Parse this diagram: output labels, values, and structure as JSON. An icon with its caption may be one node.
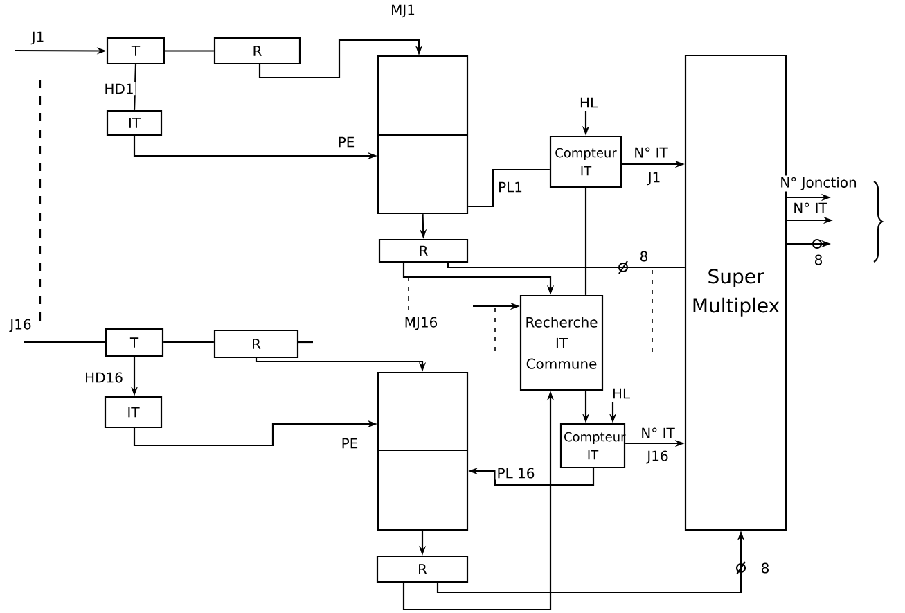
{
  "diagram": {
    "nodes": [
      {
        "text": [
          "T"
        ]
      },
      {
        "text": [
          "R"
        ]
      },
      {
        "text": [],
        "shape": "box"
      },
      {
        "text": [
          "IT"
        ]
      },
      {
        "text": [
          "R"
        ]
      },
      {
        "text": [
          "Compteur IT"
        ]
      },
      {
        "text": [
          "Super Multiplex"
        ]
      },
      {
        "text": [
          "Recherche IT Commune"
        ]
      },
      {
        "text": [
          "T"
        ]
      },
      {
        "text": [
          "R"
        ]
      },
      {
        "text": [
          "IT"
        ]
      },
      {
        "text": [],
        "shape": "box"
      },
      {
        "text": [
          "Compteur IT"
        ]
      },
      {
        "text": [
          "R"
        ]
      }
    ],
    "edges": [
      {
        "from": null,
        "to": 0,
        "arrow": "to",
        "label": "J1"
      },
      {
        "from": 0,
        "to": 1,
        "arrow": "none"
      },
      {
        "from": 0,
        "to": 3,
        "arrow": "none",
        "label": "HD1"
      },
      {
        "from": 1,
        "to": 2,
        "arrow": "to",
        "label": "MJ1"
      },
      {
        "from": 3,
        "to": 2,
        "arrow": "to",
        "label": "PE"
      },
      {
        "from": 2,
        "to": 4,
        "arrow": "to"
      },
      {
        "from": 2,
        "to": 5,
        "arrow": "none",
        "label": "PL1"
      },
      {
        "from": null,
        "to": 5,
        "arrow": "to",
        "label": "HL"
      },
      {
        "from": 5,
        "to": 6,
        "arrow": "to",
        "label": "N° IT"
      },
      {
        "from": 5,
        "to": 7,
        "arrow": "none"
      },
      {
        "from": 4,
        "to": 6,
        "arrow": "none",
        "label": "8"
      },
      {
        "from": 4,
        "to": 7,
        "arrow": "to"
      },
      {
        "from": null,
        "to": 7,
        "arrow": "to"
      },
      {
        "from": 7,
        "to": 12,
        "arrow": "to"
      },
      {
        "from": null,
        "to": 12,
        "arrow": "to",
        "label": "HL"
      },
      {
        "from": 12,
        "to": 6,
        "arrow": "to",
        "label": "N° IT"
      },
      {
        "from": 12,
        "to": 11,
        "arrow": "to",
        "label": "PL 16"
      },
      {
        "from": null,
        "to": 8,
        "arrow": "none",
        "label": "J16"
      },
      {
        "from": 8,
        "to": 9,
        "arrow": "none"
      },
      {
        "from": 8,
        "to": 10,
        "arrow": "to",
        "label": "HD16"
      },
      {
        "from": 9,
        "to": 11,
        "arrow": "to",
        "label": "MJ16"
      },
      {
        "from": 10,
        "to": 11,
        "arrow": "to",
        "label": "PE"
      },
      {
        "from": 11,
        "to": 13,
        "arrow": "to"
      },
      {
        "from": 13,
        "to": 6,
        "arrow": "to",
        "label": "8"
      },
      {
        "from": 13,
        "to": 7,
        "arrow": "to"
      },
      {
        "from": 6,
        "to": null,
        "arrow": "to",
        "label": "N° Jonction"
      },
      {
        "from": 6,
        "to": null,
        "arrow": "to",
        "label": "N° IT"
      },
      {
        "from": 6,
        "to": null,
        "arrow": "to",
        "label": "8"
      }
    ],
    "labels": [
      "J1",
      "J16"
    ]
  }
}
